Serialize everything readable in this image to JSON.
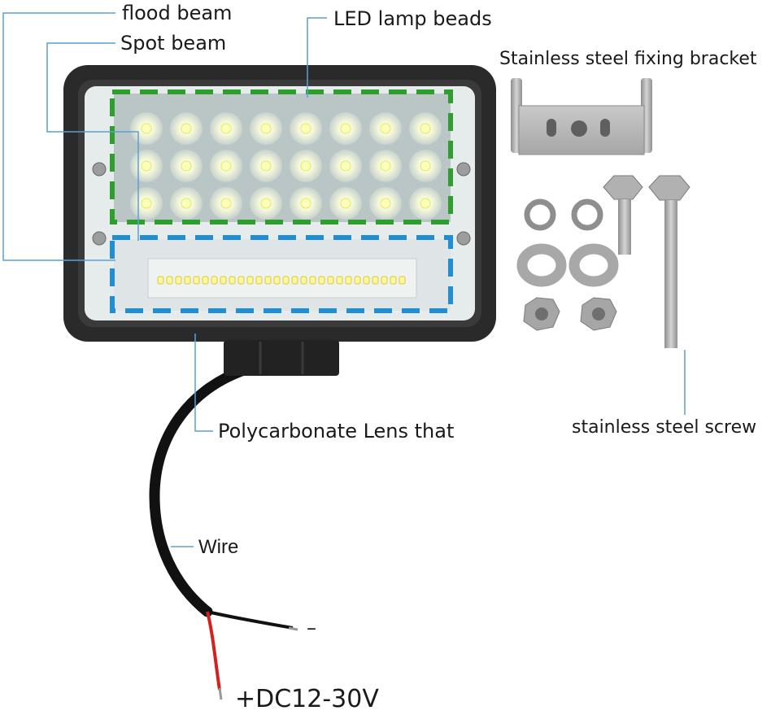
{
  "labels": {
    "flood_beam": "flood beam",
    "spot_beam": "Spot beam",
    "led_lamp_beads": "LED lamp beads",
    "bracket": "Stainless steel fixing bracket",
    "lens": "Polycarbonate Lens that",
    "screw": "stainless steel screw",
    "wire": "Wire",
    "negative": "–",
    "positive": "+DC12-30V"
  },
  "colors": {
    "callout_line": "#5a9fd4",
    "upper_box": "#2e9e2e",
    "lower_box": "#1e8fd6",
    "housing": "#2a2a2a",
    "wire_red": "#d42020",
    "wire_black": "#111111"
  }
}
